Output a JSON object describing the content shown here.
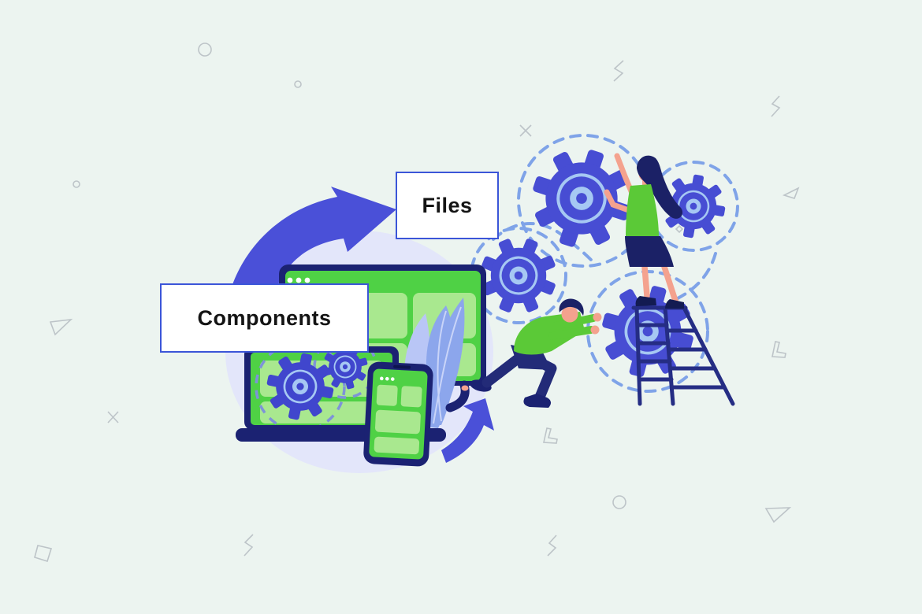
{
  "scene": {
    "description": "Illustration of components being assembled into files: devices with UI panels, gears, two workers and a ladder",
    "labels": {
      "files": "Files",
      "components": "Components"
    },
    "colors": {
      "background": "#ecf4f0",
      "box_border": "#3b55d8",
      "label_text": "#141414",
      "indigo_gear": "#474dd3",
      "indigo_arrow": "#4a50d8",
      "navy_frame": "#1b2272",
      "screen_green": "#4fd145",
      "panel_green": "#a9e88f",
      "dashed_blue": "#7fa3e8",
      "gear_ring_blue": "#a6c8f3",
      "blob_lavender": "#e3e6fa",
      "leaf_blue": "#8ca6ec",
      "leaf_blue_light": "#b9c6f6",
      "skin": "#f4a28e",
      "clothing_green": "#5bc937",
      "ladder_navy": "#252d84",
      "decoration_gray": "#bdc4c8"
    },
    "icons": [
      "gear-icon",
      "monitor-icon",
      "laptop-icon",
      "phone-icon",
      "leaf-icon",
      "curved-arrow-icon",
      "ladder-icon",
      "browser-dots-icon"
    ]
  }
}
